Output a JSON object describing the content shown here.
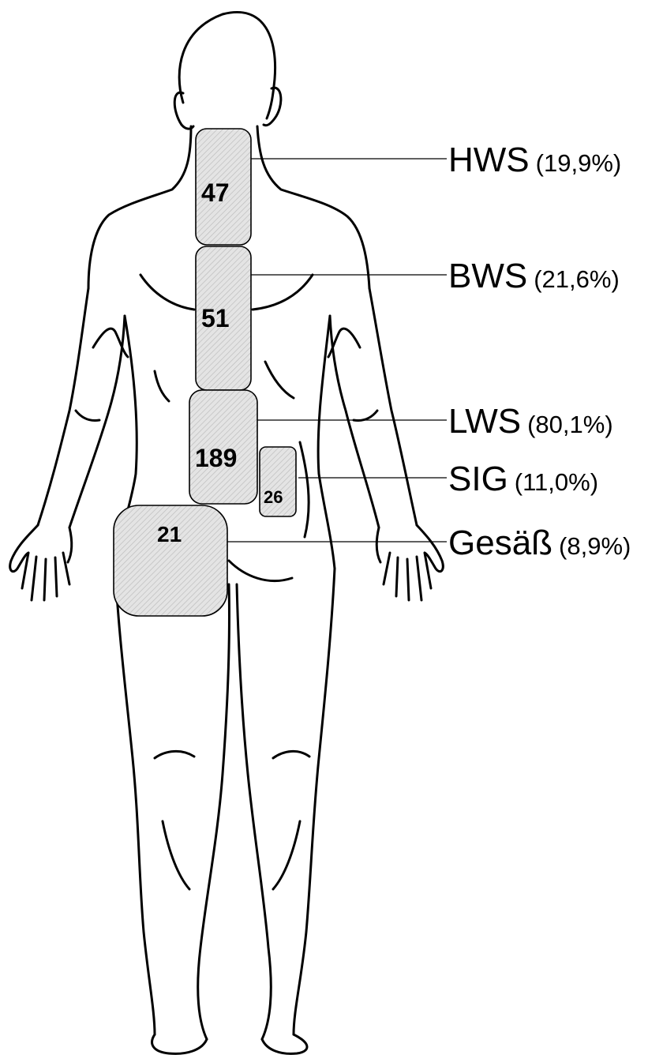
{
  "colors": {
    "region_fill": "#e4e4e4",
    "hatch": "#bdbdbd",
    "outline": "#000000"
  },
  "regions": [
    {
      "key": "hws",
      "count": "47",
      "label": "HWS",
      "percent": "(19,9%)"
    },
    {
      "key": "bws",
      "count": "51",
      "label": "BWS",
      "percent": "(21,6%)"
    },
    {
      "key": "lws",
      "count": "189",
      "label": "LWS",
      "percent": "(80,1%)"
    },
    {
      "key": "sig",
      "count": "26",
      "label": "SIG",
      "percent": "(11,0%)"
    },
    {
      "key": "gesass",
      "count": "21",
      "label": "Gesäß",
      "percent": "(8,9%)"
    }
  ]
}
